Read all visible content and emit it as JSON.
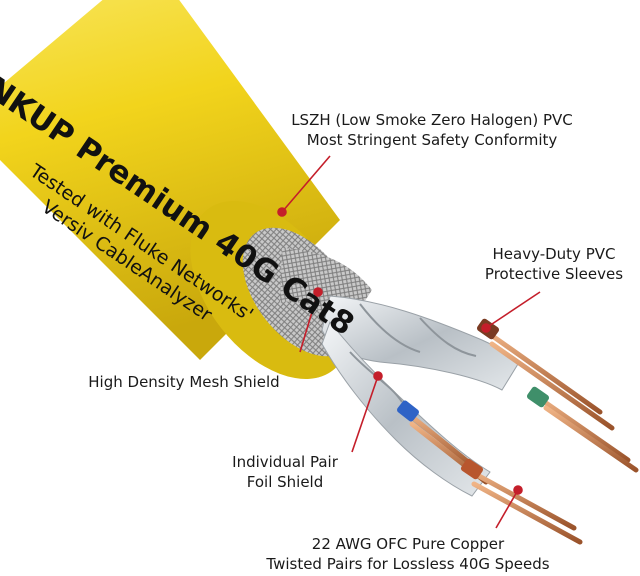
{
  "jacket": {
    "print": "NKUP Premium 40G Cat8"
  },
  "tested": {
    "line1": "Tested with Fluke Networks'",
    "line2": "Versiv CableAnalyzer"
  },
  "callouts": {
    "lszh": {
      "line1": "LSZH (Low Smoke Zero Halogen) PVC",
      "line2": "Most Stringent Safety Conformity"
    },
    "sleeves": {
      "line1": "Heavy-Duty PVC",
      "line2": "Protective Sleeves"
    },
    "mesh": {
      "line1": "High Density Mesh Shield"
    },
    "foil": {
      "line1": "Individual Pair",
      "line2": "Foil Shield"
    },
    "copper": {
      "line1": "22 AWG OFC Pure Copper",
      "line2": "Twisted Pairs for Lossless 40G Speeds"
    }
  },
  "colors": {
    "jacket": "#f2d41c",
    "leader": "#c41e2a",
    "copper": "#c87a4a",
    "sleeve_brown": "#7a3b22",
    "sleeve_green": "#3f8f6a",
    "sleeve_blue": "#2f63c6",
    "sleeve_orange": "#b8562e"
  }
}
